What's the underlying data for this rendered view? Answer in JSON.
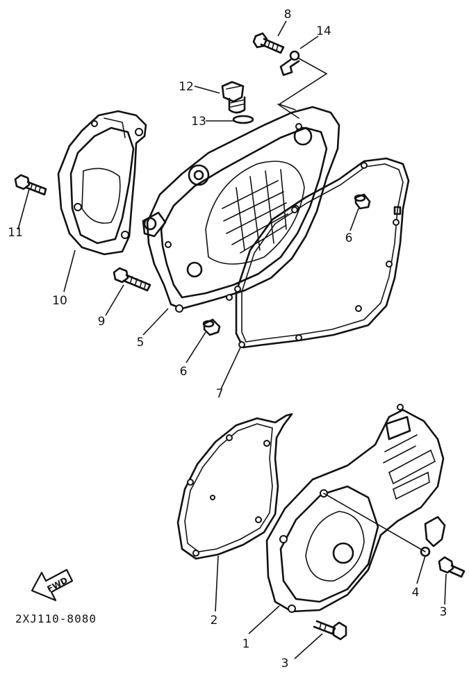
{
  "diagram": {
    "callouts": {
      "c1": "1",
      "c2": "2",
      "c3a": "3",
      "c3b": "3",
      "c4": "4",
      "c5": "5",
      "c6a": "6",
      "c6b": "6",
      "c7": "7",
      "c8": "8",
      "c9": "9",
      "c10": "10",
      "c11": "11",
      "c12": "12",
      "c13": "13",
      "c14": "14"
    },
    "fwd_label": "FWD",
    "diagram_code": "2XJ110-8080"
  }
}
